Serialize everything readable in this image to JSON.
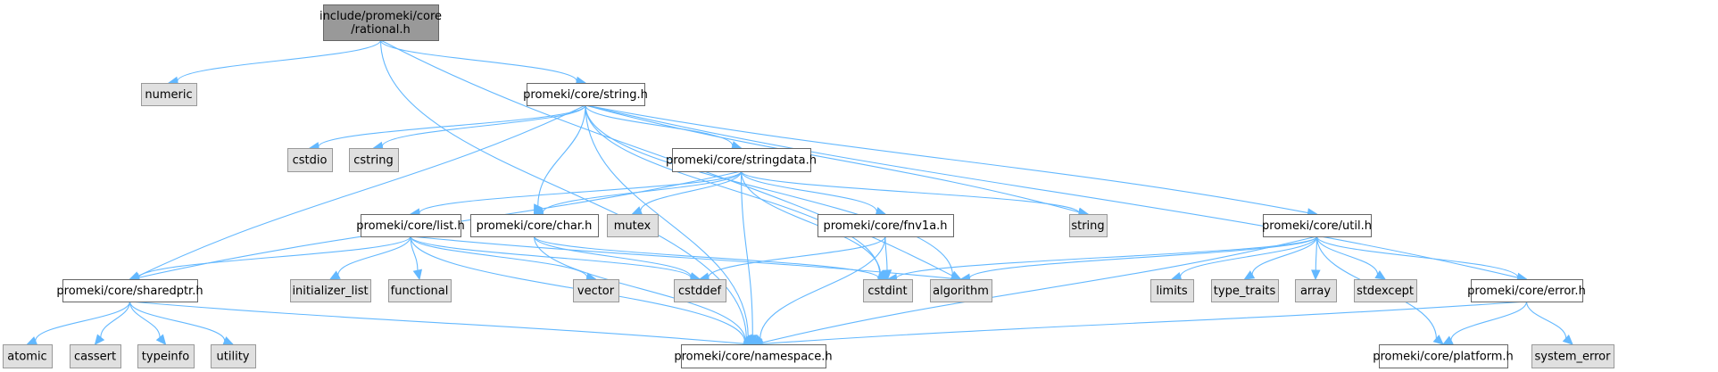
{
  "title": "Include dependency graph for include/promeki/core/rational.h",
  "colors": {
    "root_fill": "#999999",
    "root_border": "#666666",
    "project_fill": "#ffffff",
    "project_border": "#666666",
    "system_fill": "#e0e0e0",
    "system_border": "#999999",
    "edge": "#63b8ff"
  },
  "nodes": [
    {
      "id": "rational",
      "label": "include/promeki/core\n/rational.h",
      "kind": "root"
    },
    {
      "id": "numeric",
      "label": "numeric",
      "kind": "system"
    },
    {
      "id": "string_h",
      "label": "promeki/core/string.h",
      "kind": "project"
    },
    {
      "id": "cstdio",
      "label": "cstdio",
      "kind": "system"
    },
    {
      "id": "cstring",
      "label": "cstring",
      "kind": "system"
    },
    {
      "id": "stringdata",
      "label": "promeki/core/stringdata.h",
      "kind": "project"
    },
    {
      "id": "list",
      "label": "promeki/core/list.h",
      "kind": "project"
    },
    {
      "id": "char",
      "label": "promeki/core/char.h",
      "kind": "project"
    },
    {
      "id": "mutex",
      "label": "mutex",
      "kind": "system"
    },
    {
      "id": "fnv1a",
      "label": "promeki/core/fnv1a.h",
      "kind": "project"
    },
    {
      "id": "string",
      "label": "string",
      "kind": "system"
    },
    {
      "id": "util",
      "label": "promeki/core/util.h",
      "kind": "project"
    },
    {
      "id": "sharedptr",
      "label": "promeki/core/sharedptr.h",
      "kind": "project"
    },
    {
      "id": "initializer_list",
      "label": "initializer_list",
      "kind": "system"
    },
    {
      "id": "functional",
      "label": "functional",
      "kind": "system"
    },
    {
      "id": "vector",
      "label": "vector",
      "kind": "system"
    },
    {
      "id": "cstddef",
      "label": "cstddef",
      "kind": "system"
    },
    {
      "id": "cstdint",
      "label": "cstdint",
      "kind": "system"
    },
    {
      "id": "algorithm",
      "label": "algorithm",
      "kind": "system"
    },
    {
      "id": "limits",
      "label": "limits",
      "kind": "system"
    },
    {
      "id": "type_traits",
      "label": "type_traits",
      "kind": "system"
    },
    {
      "id": "array",
      "label": "array",
      "kind": "system"
    },
    {
      "id": "stdexcept",
      "label": "stdexcept",
      "kind": "system"
    },
    {
      "id": "error",
      "label": "promeki/core/error.h",
      "kind": "project"
    },
    {
      "id": "atomic",
      "label": "atomic",
      "kind": "system"
    },
    {
      "id": "cassert",
      "label": "cassert",
      "kind": "system"
    },
    {
      "id": "typeinfo",
      "label": "typeinfo",
      "kind": "system"
    },
    {
      "id": "utility",
      "label": "utility",
      "kind": "system"
    },
    {
      "id": "namespace",
      "label": "promeki/core/namespace.h",
      "kind": "project"
    },
    {
      "id": "platform",
      "label": "promeki/core/platform.h",
      "kind": "project"
    },
    {
      "id": "system_error",
      "label": "system_error",
      "kind": "system"
    }
  ],
  "edges": [
    [
      "rational",
      "numeric"
    ],
    [
      "rational",
      "string_h"
    ],
    [
      "rational",
      "namespace"
    ],
    [
      "rational",
      "algorithm"
    ],
    [
      "string_h",
      "cstdio"
    ],
    [
      "string_h",
      "cstring"
    ],
    [
      "string_h",
      "stringdata"
    ],
    [
      "string_h",
      "char"
    ],
    [
      "string_h",
      "sharedptr"
    ],
    [
      "string_h",
      "string"
    ],
    [
      "string_h",
      "util"
    ],
    [
      "string_h",
      "error"
    ],
    [
      "string_h",
      "namespace"
    ],
    [
      "string_h",
      "cstdint"
    ],
    [
      "string_h",
      "algorithm"
    ],
    [
      "stringdata",
      "list"
    ],
    [
      "stringdata",
      "char"
    ],
    [
      "stringdata",
      "mutex"
    ],
    [
      "stringdata",
      "fnv1a"
    ],
    [
      "stringdata",
      "string"
    ],
    [
      "stringdata",
      "sharedptr"
    ],
    [
      "stringdata",
      "namespace"
    ],
    [
      "stringdata",
      "cstdint"
    ],
    [
      "list",
      "sharedptr"
    ],
    [
      "list",
      "initializer_list"
    ],
    [
      "list",
      "functional"
    ],
    [
      "list",
      "vector"
    ],
    [
      "list",
      "cstddef"
    ],
    [
      "list",
      "algorithm"
    ],
    [
      "list",
      "namespace"
    ],
    [
      "char",
      "cstddef"
    ],
    [
      "char",
      "cstdint"
    ],
    [
      "char",
      "namespace"
    ],
    [
      "fnv1a",
      "cstddef"
    ],
    [
      "fnv1a",
      "cstdint"
    ],
    [
      "fnv1a",
      "namespace"
    ],
    [
      "util",
      "cstdint"
    ],
    [
      "util",
      "algorithm"
    ],
    [
      "util",
      "limits"
    ],
    [
      "util",
      "type_traits"
    ],
    [
      "util",
      "array"
    ],
    [
      "util",
      "stdexcept"
    ],
    [
      "util",
      "error"
    ],
    [
      "util",
      "platform"
    ],
    [
      "util",
      "namespace"
    ],
    [
      "sharedptr",
      "atomic"
    ],
    [
      "sharedptr",
      "cassert"
    ],
    [
      "sharedptr",
      "typeinfo"
    ],
    [
      "sharedptr",
      "utility"
    ],
    [
      "sharedptr",
      "namespace"
    ],
    [
      "error",
      "namespace"
    ],
    [
      "error",
      "platform"
    ],
    [
      "error",
      "system_error"
    ]
  ]
}
